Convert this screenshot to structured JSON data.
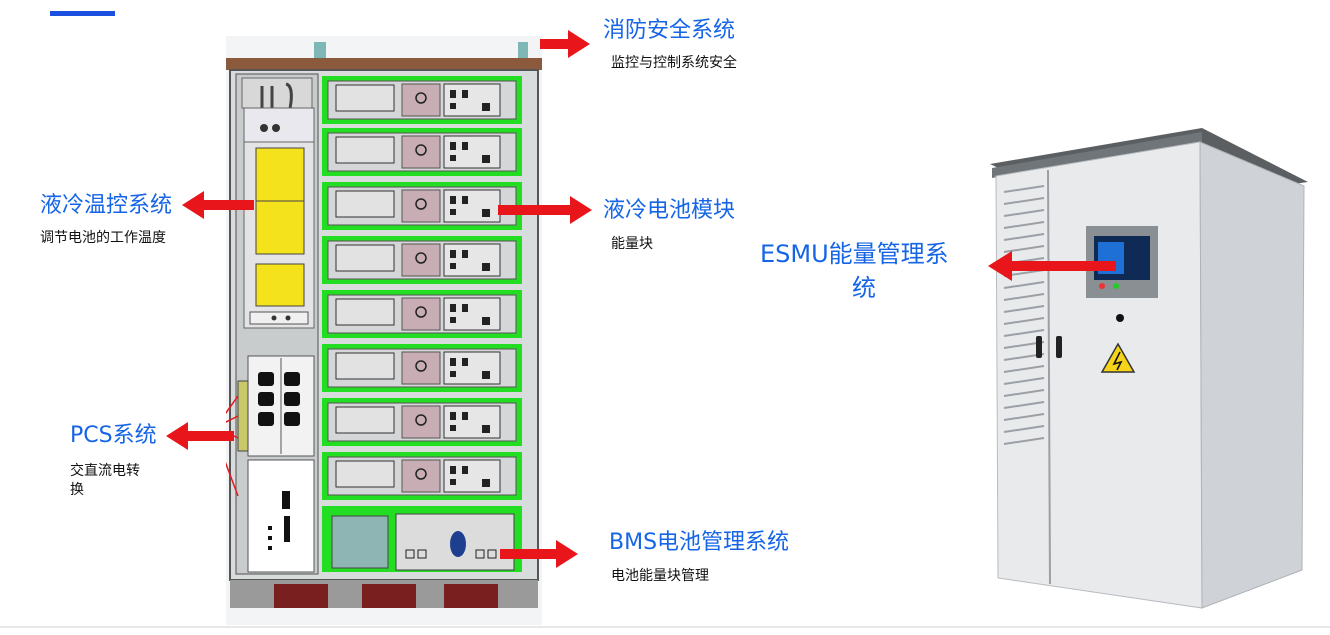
{
  "labels": {
    "fire": {
      "title": "消防安全系统",
      "sub": "监控与控制系统安全"
    },
    "liquid_temp": {
      "title": "液冷温控系统",
      "sub": "调节电池的工作温度"
    },
    "battery_module": {
      "title": "液冷电池模块",
      "sub": "能量块"
    },
    "esmu": {
      "title_line1": "ESMU能量管理系",
      "title_line2": "统"
    },
    "pcs": {
      "title": "PCS系统",
      "sub_line1": "交直流电转",
      "sub_line2": "换"
    },
    "bms": {
      "title": "BMS电池管理系统",
      "sub": "电池能量块管理"
    }
  },
  "colors": {
    "title_blue": "#1565e6",
    "arrow_red": "#e8161b",
    "cooling_green": "#22dd22",
    "cooling_yellow": "#f3e21c",
    "brown_top": "#8b5a3c",
    "dark_red_base": "#7a1f1f"
  },
  "battery_modules": 8,
  "icons": [
    "warning-lightning-icon",
    "touch-screen-display"
  ]
}
